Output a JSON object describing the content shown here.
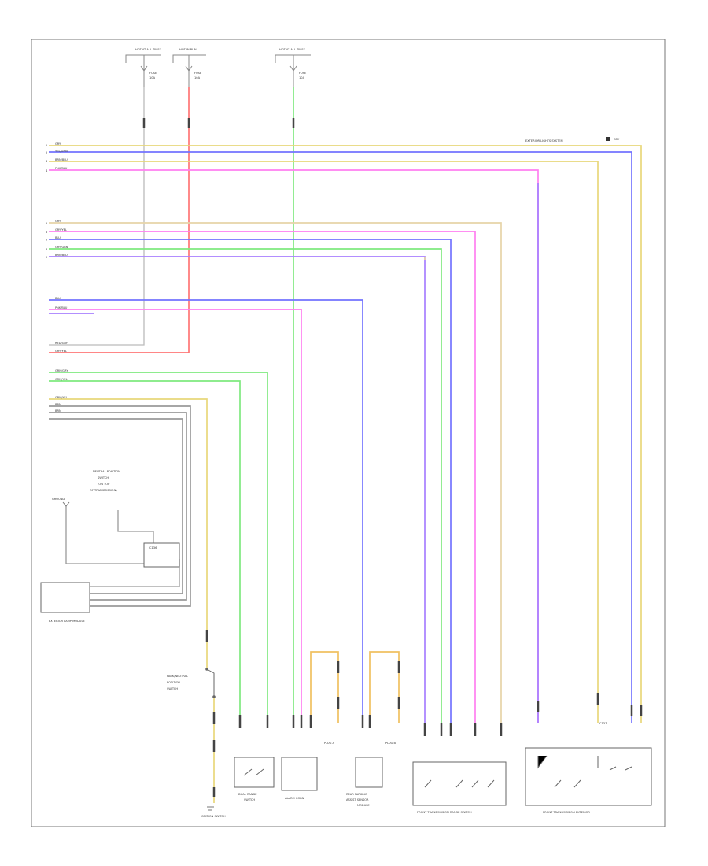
{
  "title_stamp": "",
  "colors": {
    "yellow": "#e8d77a",
    "blue": "#7373ff",
    "pink": "#ff7ff0",
    "violet": "#a77fff",
    "green": "#7fe97f",
    "red": "#ff7676",
    "orange": "#f0c060",
    "tan": "#e6d4a8",
    "gray": "#9a9a9a",
    "frame": "#777777"
  },
  "fuse_labels": {
    "left": [
      "HOT AT ALL TIMES",
      "FUSE",
      "10A"
    ],
    "middle": [
      "HOT IN RUN",
      "FUSE",
      "10A"
    ],
    "right": [
      "HOT AT ALL TIMES",
      "FUSE",
      "10A"
    ]
  },
  "top_right_label": "EXTERIOR LIGHTS SYSTEM",
  "top_right_wire": "GRY",
  "left_wire_labels": {
    "group1": [
      "GRY",
      "YEL/GRN",
      "BRN/BLU",
      "PNK/BLU"
    ],
    "group2": [
      "GRY",
      "GRY/YEL",
      "BLU",
      "GRY/GRN",
      "BRN/BLU"
    ],
    "group3": [
      "BLU",
      "PNK/BLU"
    ],
    "group4": [
      "RED/GRY",
      "GRY/YEL"
    ],
    "group5": [
      "GRN/GRY",
      "GRN/YEL"
    ],
    "group6": [
      "GRN/YEL",
      "BRN",
      "BRN"
    ]
  },
  "components": {
    "ignition_switch": "IGNITION SWITCH",
    "ground_label": "GROUND",
    "antenna_text": [
      "NEUTRAL POSITION",
      "SWITCH",
      "(ON TOP",
      "OF TRANSMISSION)"
    ],
    "exterior_lamp_module": "EXTERIOR LAMP MODULE",
    "brake_switch": [
      "PARK/NEUTRAL",
      "POSITION",
      "SWITCH"
    ],
    "fuel_trim_solenoid": [
      "DUAL RANGE",
      "SWITCH"
    ],
    "clamp_module": "ALARM HORN",
    "rear_parking_sensor": [
      "REAR PARKING",
      "ASSIST SENSOR",
      "MODULE"
    ],
    "front_transmission_switch": "FRONT TRANSMISSION RANGE SWITCH",
    "front_transmission_exterior": "FRONT TRANSMISSION EXTERIOR",
    "plug_a": "PLUG A",
    "plug_b": "PLUG B",
    "plug_c": "C136",
    "plug_d": "C137"
  }
}
